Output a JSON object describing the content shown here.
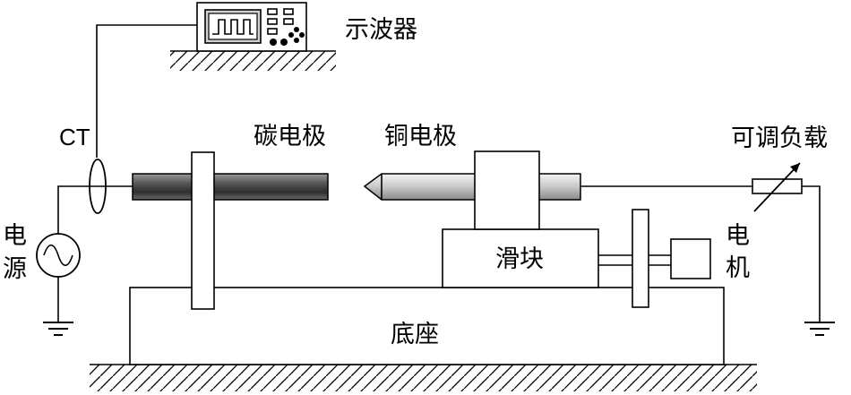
{
  "labels": {
    "oscilloscope": "示波器",
    "ct": "CT",
    "carbon_electrode": "碳电极",
    "copper_electrode": "铜电极",
    "variable_load": "可调负载",
    "power_supply": "电源",
    "slider": "滑块",
    "motor": "电机",
    "base": "底座"
  },
  "colors": {
    "line": "#000000",
    "electrode_dark": "#4a4a4a",
    "electrode_light": "#d8d8d8"
  },
  "icons": {
    "ground": "ground-icon",
    "ac_source": "ac-source-icon",
    "current_transformer": "current-transformer-icon",
    "variable_resistor": "variable-resistor-icon",
    "oscilloscope": "oscilloscope-icon"
  }
}
